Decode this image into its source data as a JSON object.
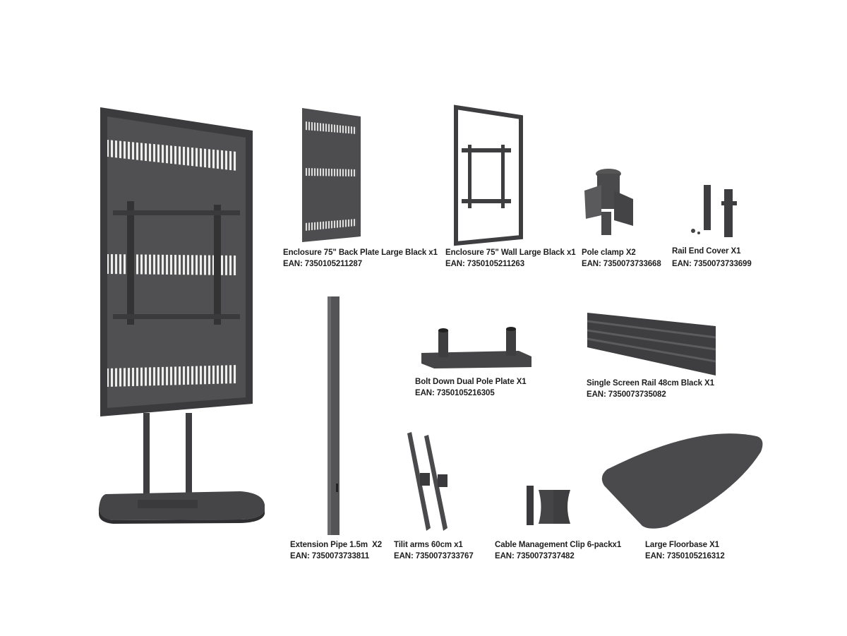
{
  "colors": {
    "metal": "#4a4a4c",
    "metal_dark": "#3a3a3c",
    "metal_light": "#6a6a6c",
    "text": "#1e1e1e"
  },
  "products": [
    {
      "name": "Enclosure 75\" Back Plate Large Black x1",
      "ean": "EAN: 7350105211287"
    },
    {
      "name": "Enclosure 75\" Wall Large Black x1",
      "ean": "EAN: 7350105211263"
    },
    {
      "name": "Pole clamp X2",
      "ean": "EAN: 7350073733668"
    },
    {
      "name": "Rail End Cover X1",
      "ean": "EAN: 7350073733699"
    },
    {
      "name": "Bolt Down Dual Pole Plate X1",
      "ean": "EAN: 7350105216305"
    },
    {
      "name": "Single Screen Rail 48cm Black X1",
      "ean": "EAN: 7350073735082"
    },
    {
      "name": "Extension Pipe 1.5m  X2",
      "ean": "EAN: 7350073733811"
    },
    {
      "name": "Tilit arms 60cm x1",
      "ean": "EAN: 7350073733767"
    },
    {
      "name": "Cable Management Clip 6-packx1",
      "ean": "EAN: 7350073737482"
    },
    {
      "name": "Large Floorbase X1",
      "ean": "EAN: 7350105216312"
    }
  ]
}
